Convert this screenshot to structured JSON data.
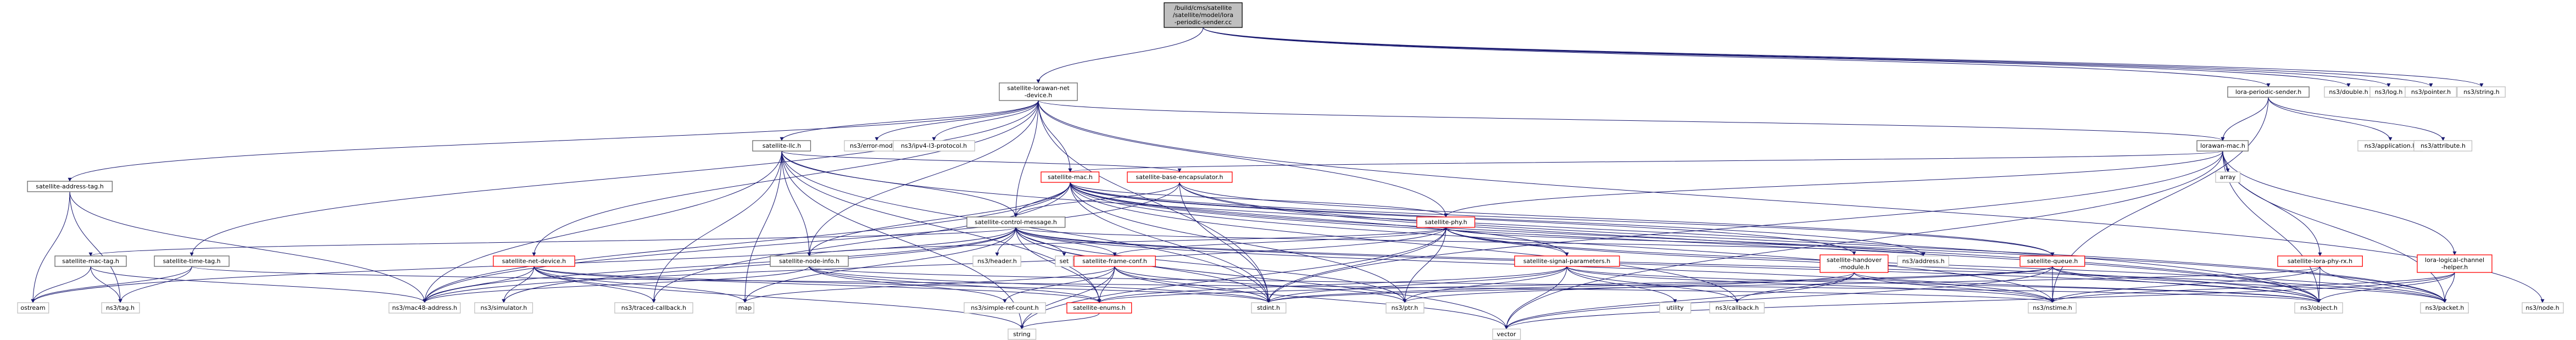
{
  "diagram": {
    "root": {
      "line1": "/build/cms/satellite",
      "line2": "/satellite/model/lora",
      "line3": "-periodic-sender.cc"
    },
    "nodes": {
      "satellite_lorawan_net_device": [
        "satellite-lorawan-net",
        "-device.h"
      ],
      "lora_periodic_sender": "lora-periodic-sender.h",
      "ns3_double": "ns3/double.h",
      "ns3_log": "ns3/log.h",
      "ns3_pointer": "ns3/pointer.h",
      "ns3_string": "ns3/string.h",
      "ns3_error_model": "ns3/error-model.h",
      "ns3_ipv4_l3_protocol": "ns3/ipv4-l3-protocol.h",
      "satellite_llc": "satellite-llc.h",
      "lorawan_mac": "lorawan-mac.h",
      "ns3_application": "ns3/application.h",
      "ns3_attribute": "ns3/attribute.h",
      "satellite_base_encapsulator": "satellite-base-encapsulator.h",
      "satellite_mac": "satellite-mac.h",
      "array": "array",
      "satellite_address_tag": "satellite-address-tag.h",
      "satellite_control_message": "satellite-control-message.h",
      "satellite_phy": "satellite-phy.h",
      "satellite_mac_tag": "satellite-mac-tag.h",
      "satellite_time_tag": "satellite-time-tag.h",
      "satellite_net_device": "satellite-net-device.h",
      "satellite_node_info": "satellite-node-info.h",
      "ns3_header": "ns3/header.h",
      "set": "set",
      "satellite_frame_conf": "satellite-frame-conf.h",
      "satellite_signal_parameters": "satellite-signal-parameters.h",
      "satellite_handover_module": [
        "satellite-handover",
        "-module.h"
      ],
      "ns3_address": "ns3/address.h",
      "satellite_queue": "satellite-queue.h",
      "satellite_lora_phy_rx": "satellite-lora-phy-rx.h",
      "lora_logical_channel_helper": [
        "lora-logical-channel",
        "-helper.h"
      ],
      "ostream": "ostream",
      "ns3_tag": "ns3/tag.h",
      "ns3_mac48_address": "ns3/mac48-address.h",
      "ns3_simulator": "ns3/simulator.h",
      "ns3_traced_callback": "ns3/traced-callback.h",
      "map": "map",
      "ns3_simple_ref_count": "ns3/simple-ref-count.h",
      "satellite_enums": "satellite-enums.h",
      "stdint": "stdint.h",
      "ns3_ptr": "ns3/ptr.h",
      "utility": "utility",
      "ns3_callback": "ns3/callback.h",
      "vector": "vector",
      "ns3_nstime": "ns3/nstime.h",
      "ns3_object": "ns3/object.h",
      "ns3_packet": "ns3/packet.h",
      "ns3_node": "ns3/node.h",
      "string": "string"
    }
  }
}
